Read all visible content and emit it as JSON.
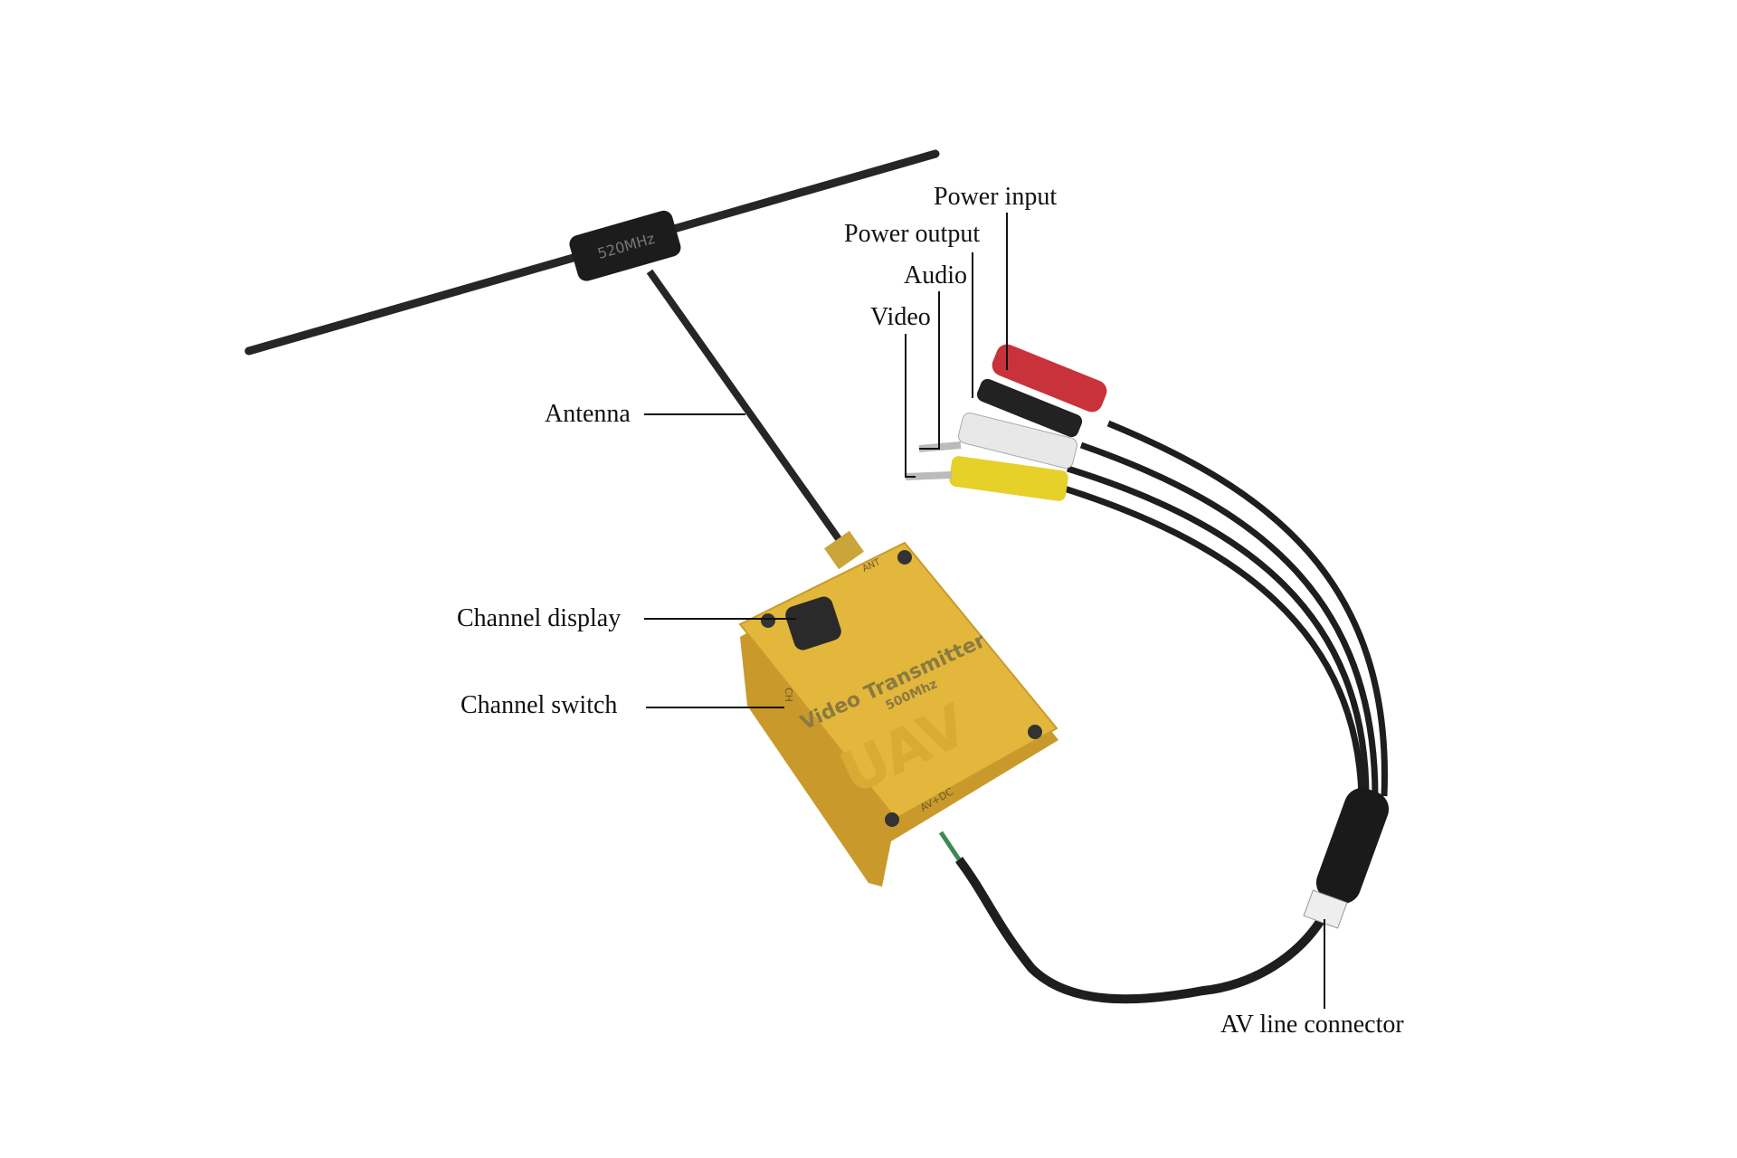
{
  "labels": {
    "power_input": "Power input",
    "power_output": "Power output",
    "audio": "Audio",
    "video": "Video",
    "antenna": "Antenna",
    "channel_display": "Channel display",
    "channel_switch": "Channel switch",
    "av_line_connector": "AV line connector"
  },
  "device": {
    "antenna_marking": "520MHz",
    "title": "Video Transmitter",
    "frequency": "500Mhz",
    "watermark": "UAV",
    "ant_port": "ANT",
    "ch_port": "CH",
    "av_port": "AV+DC"
  },
  "colors": {
    "housing": "#e2b73c",
    "cable": "#1e1e1e",
    "rca_red": "#c8323a",
    "rca_white": "#e8e8e8",
    "rca_yellow": "#e6d02a"
  }
}
